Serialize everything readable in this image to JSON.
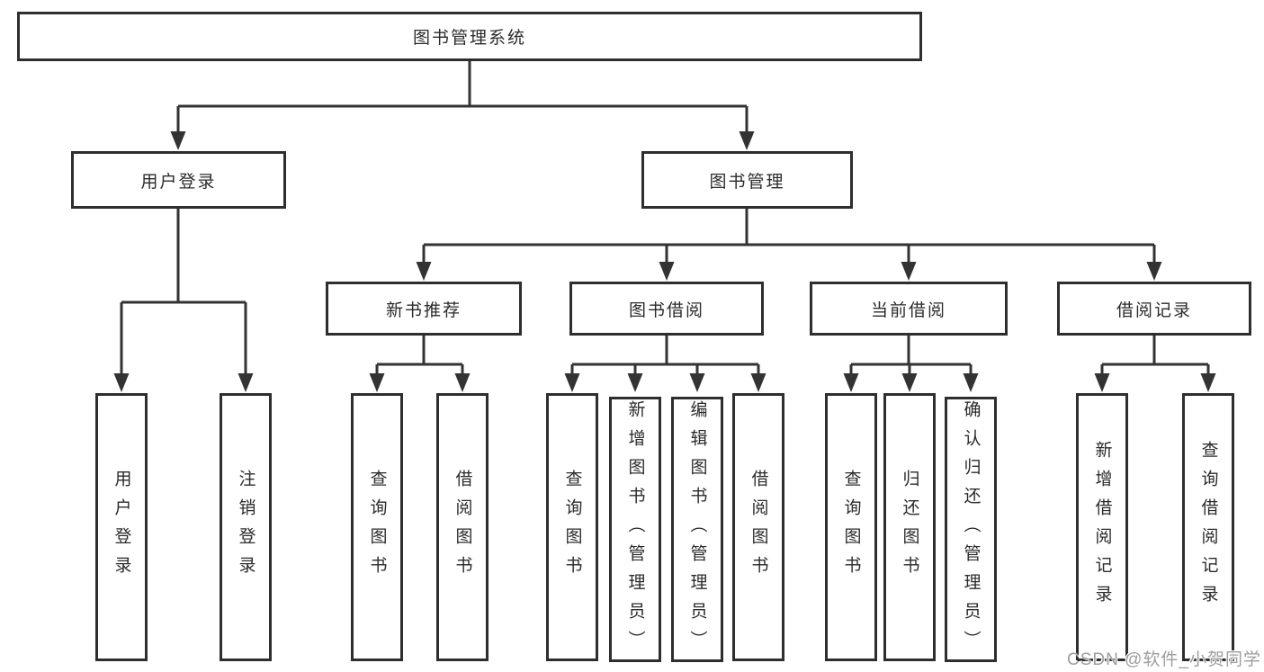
{
  "diagram_type": "hierarchy-tree",
  "colors": {
    "line": "#333333",
    "box_border": "#2e2e2e",
    "box_background": "#ffffff",
    "text": "#2b2b2b",
    "watermark": "#9d9d9d"
  },
  "tree": {
    "root": {
      "label": "图书管理系统",
      "children": [
        {
          "label": "用户登录",
          "children": [
            {
              "label": "用户登录"
            },
            {
              "label": "注销登录"
            }
          ]
        },
        {
          "label": "图书管理",
          "children": [
            {
              "label": "新书推荐",
              "children": [
                {
                  "label": "查询图书"
                },
                {
                  "label": "借阅图书"
                }
              ]
            },
            {
              "label": "图书借阅",
              "children": [
                {
                  "label": "查询图书"
                },
                {
                  "label": "新增图书（管理员）"
                },
                {
                  "label": "编辑图书（管理员）"
                },
                {
                  "label": "借阅图书"
                }
              ]
            },
            {
              "label": "当前借阅",
              "children": [
                {
                  "label": "查询图书"
                },
                {
                  "label": "归还图书"
                },
                {
                  "label": "确认归还（管理员）"
                }
              ]
            },
            {
              "label": "借阅记录",
              "children": [
                {
                  "label": "新增借阅记录"
                },
                {
                  "label": "查询借阅记录"
                }
              ]
            }
          ]
        }
      ]
    }
  },
  "watermark": {
    "text": "CSDN @软件_小贺同学"
  }
}
